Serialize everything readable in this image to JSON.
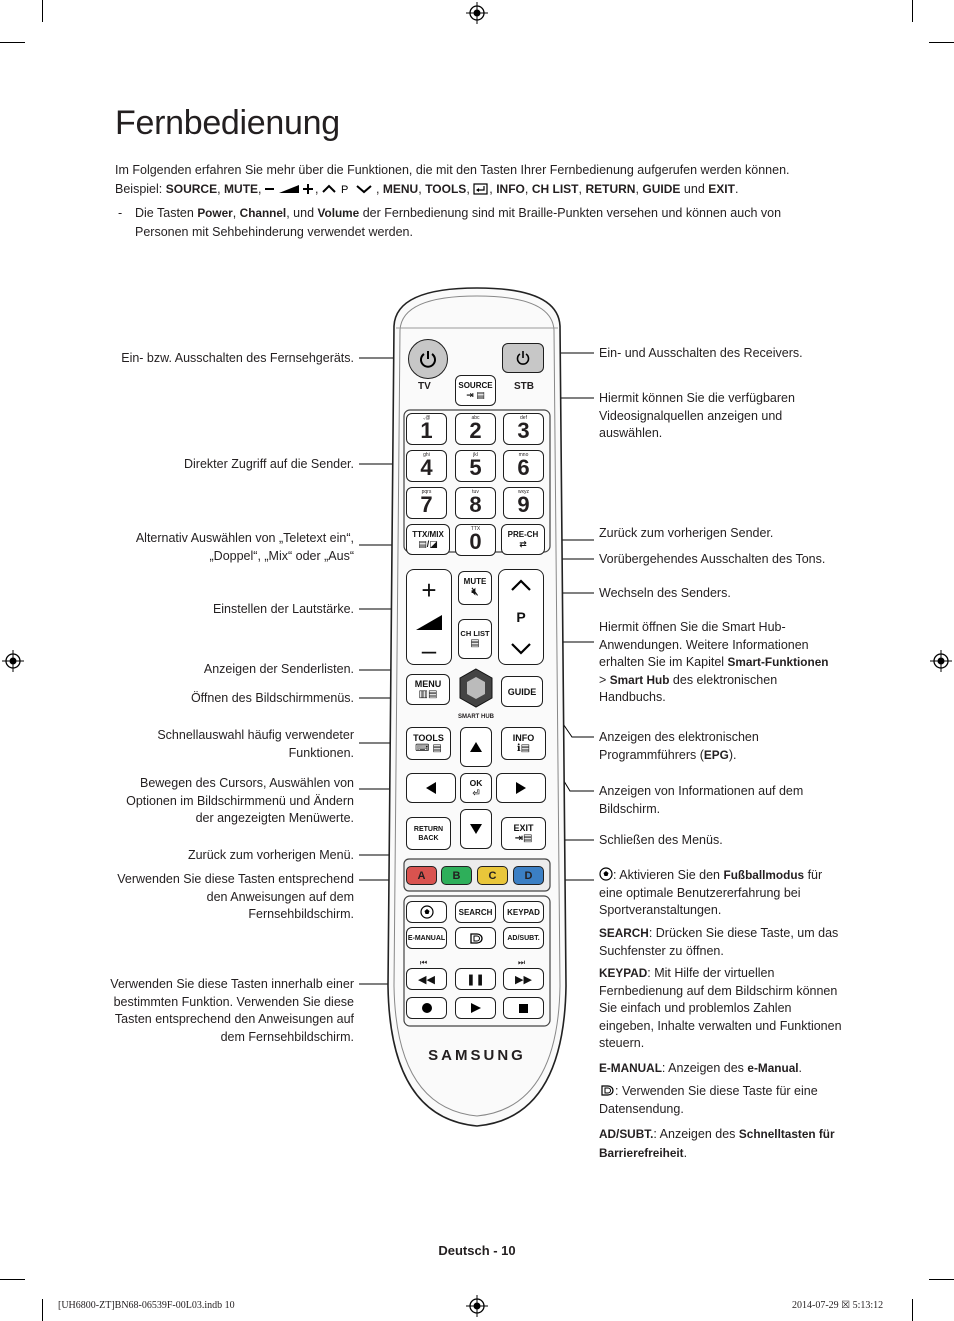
{
  "page": {
    "title": "Fernbedienung",
    "intro_line1": "Im Folgenden erfahren Sie mehr über die Funktionen, die mit den Tasten Ihrer Fernbedienung aufgerufen werden können.",
    "intro_prefix": "Beispiel: ",
    "intro_keys": [
      "SOURCE",
      "MUTE",
      "INFO",
      "CH LIST",
      "RETURN",
      "GUIDE",
      "EXIT"
    ],
    "intro_and": "und",
    "note_dash": "-",
    "note_pre": "Die Tasten ",
    "note_k1": "Power",
    "note_k2": "Channel",
    "note_und": ", und ",
    "note_k3": "Volume",
    "note_text": " der Fernbedienung sind mit Braille-Punkten versehen und können auch von Personen mit Sehbehinderung verwendet werden.",
    "footer": "Deutsch - 10",
    "slug_left": "[UH6800-ZT]BN68-06539F-00L03.indb   10",
    "slug_right": "2014-07-29   ☒ 5:13:12"
  },
  "left_labels": [
    "Ein- bzw. Ausschalten des Fernsehgeräts.",
    "Direkter Zugriff auf die Sender.",
    "Alternativ Auswählen von „Teletext ein“, „Doppel“, „Mix“ oder „Aus“",
    "Einstellen der Lautstärke.",
    "Anzeigen der Senderlisten.",
    "Öffnen des Bildschirmmenüs.",
    "Schnellauswahl häufig verwendeter Funktionen.",
    "Bewegen des Cursors, Auswählen von Optionen im Bildschirmmenü und Ändern der angezeigten Menüwerte.",
    "Zurück zum vorherigen Menü.",
    "Verwenden Sie diese Tasten entsprechend den Anweisungen auf dem Fernsehbildschirm.",
    "Verwenden Sie diese Tasten innerhalb einer bestimmten Funktion. Verwenden Sie diese Tasten entsprechend den Anweisungen auf dem Fernsehbildschirm."
  ],
  "right_labels": {
    "stb": "Ein- und Ausschalten des Receivers.",
    "source": "Hiermit können Sie die verfügbaren Videosignalquellen anzeigen und auswählen.",
    "prech": "Zurück zum vorherigen Sender.",
    "mute": "Vorübergehendes Ausschalten des Tons.",
    "channel": "Wechseln des Senders.",
    "smarthub_pre": "Hiermit öffnen Sie die Smart Hub-Anwendungen. Weitere Informationen erhalten Sie im Kapitel ",
    "smarthub_k1": "Smart-Funktionen",
    "smarthub_gt": " > ",
    "smarthub_k2": "Smart Hub",
    "smarthub_post": " des elektronischen Handbuchs.",
    "guide_pre": "Anzeigen des elektronischen Programmführers (",
    "guide_k": "EPG",
    "guide_post": ").",
    "info": "Anzeigen von Informationen auf dem Bildschirm.",
    "exit": "Schließen des Menüs.",
    "football_pre": ": Aktivieren Sie den ",
    "football_k": "Fußballmodus",
    "football_post": " für eine optimale Benutzererfahrung bei Sportveranstaltungen.",
    "search_k": "SEARCH",
    "search_text": ": Drücken Sie diese Taste, um das Suchfenster zu öffnen.",
    "keypad_k": "KEYPAD",
    "keypad_text": ": Mit Hilfe der virtuellen Fernbedienung auf dem Bildschirm können Sie einfach und problemlos Zahlen eingeben, Inhalte verwalten und Funktionen steuern.",
    "emanual_k": "E-MANUAL",
    "emanual_mid": ": Anzeigen des ",
    "emanual_k2": "e-Manual",
    "emanual_post": ".",
    "data_text": ": Verwenden Sie diese Taste für eine Datensendung.",
    "adsubt_k": "AD/SUBT.",
    "adsubt_mid": ": Anzeigen des ",
    "adsubt_k2": "Schnelltasten für Barrierefreiheit",
    "adsubt_post": "."
  },
  "remote": {
    "tv": "TV",
    "stb": "STB",
    "source": "SOURCE",
    "digits": [
      "1",
      "2",
      "3",
      "4",
      "5",
      "6",
      "7",
      "8",
      "9",
      "0"
    ],
    "letters": [
      ".,@",
      "abc",
      "def",
      "ghi",
      "jkl",
      "mno",
      "pqrs",
      "tuv",
      "wxyz",
      "TTX"
    ],
    "ttx": "TTX/MIX",
    "prech": "PRE-CH",
    "mute": "MUTE",
    "p": "P",
    "chlist": "CH LIST",
    "menu": "MENU",
    "smarthub": "SMART HUB",
    "guide": "GUIDE",
    "tools": "TOOLS",
    "info": "INFO",
    "ok": "OK",
    "return": "RETURN",
    "back": "BACK",
    "exit": "EXIT",
    "colors": [
      {
        "label": "A",
        "color": "#d9534f"
      },
      {
        "label": "B",
        "color": "#2eaf5a"
      },
      {
        "label": "C",
        "color": "#e9c63a"
      },
      {
        "label": "D",
        "color": "#3b7fc4"
      }
    ],
    "search": "SEARCH",
    "keypad": "KEYPAD",
    "emanual": "E-MANUAL",
    "adsubt": "AD/SUBT.",
    "brand": "SAMSUNG"
  }
}
